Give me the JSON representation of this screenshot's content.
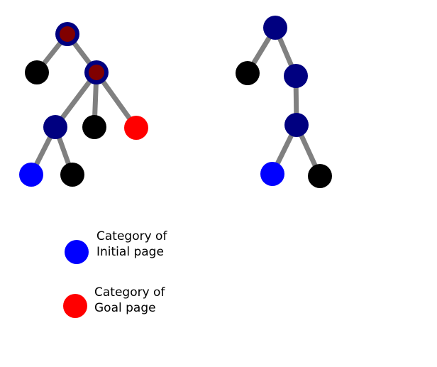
{
  "colors": {
    "edge": "#808080",
    "tree_node": "#000080",
    "tree_node_marked": "#800000",
    "leaf_node": "#000000",
    "initial_category": "#0000ff",
    "goal_category": "#ff0000"
  },
  "trees": [
    {
      "name": "left-tree",
      "nodes": [
        {
          "id": "L-root",
          "kind": "path-marked"
        },
        {
          "id": "L-a",
          "kind": "leaf"
        },
        {
          "id": "L-b",
          "kind": "path-marked"
        },
        {
          "id": "L-c",
          "kind": "tree"
        },
        {
          "id": "L-d",
          "kind": "leaf"
        },
        {
          "id": "L-e",
          "kind": "goal"
        },
        {
          "id": "L-f",
          "kind": "initial"
        },
        {
          "id": "L-g",
          "kind": "leaf"
        }
      ],
      "edges": [
        [
          "L-root",
          "L-a"
        ],
        [
          "L-root",
          "L-b"
        ],
        [
          "L-b",
          "L-c"
        ],
        [
          "L-b",
          "L-d"
        ],
        [
          "L-b",
          "L-e"
        ],
        [
          "L-c",
          "L-f"
        ],
        [
          "L-c",
          "L-g"
        ]
      ]
    },
    {
      "name": "right-tree",
      "nodes": [
        {
          "id": "R-root",
          "kind": "tree"
        },
        {
          "id": "R-a",
          "kind": "leaf"
        },
        {
          "id": "R-b",
          "kind": "tree"
        },
        {
          "id": "R-c",
          "kind": "tree"
        },
        {
          "id": "R-d",
          "kind": "initial"
        },
        {
          "id": "R-e",
          "kind": "leaf"
        }
      ],
      "edges": [
        [
          "R-root",
          "R-a"
        ],
        [
          "R-root",
          "R-b"
        ],
        [
          "R-b",
          "R-c"
        ],
        [
          "R-c",
          "R-d"
        ],
        [
          "R-c",
          "R-e"
        ]
      ]
    }
  ],
  "legend": {
    "initial": {
      "label": "Category of\nInitial page",
      "color_key": "initial_category"
    },
    "goal": {
      "label": "Category of\nGoal page",
      "color_key": "goal_category"
    }
  }
}
